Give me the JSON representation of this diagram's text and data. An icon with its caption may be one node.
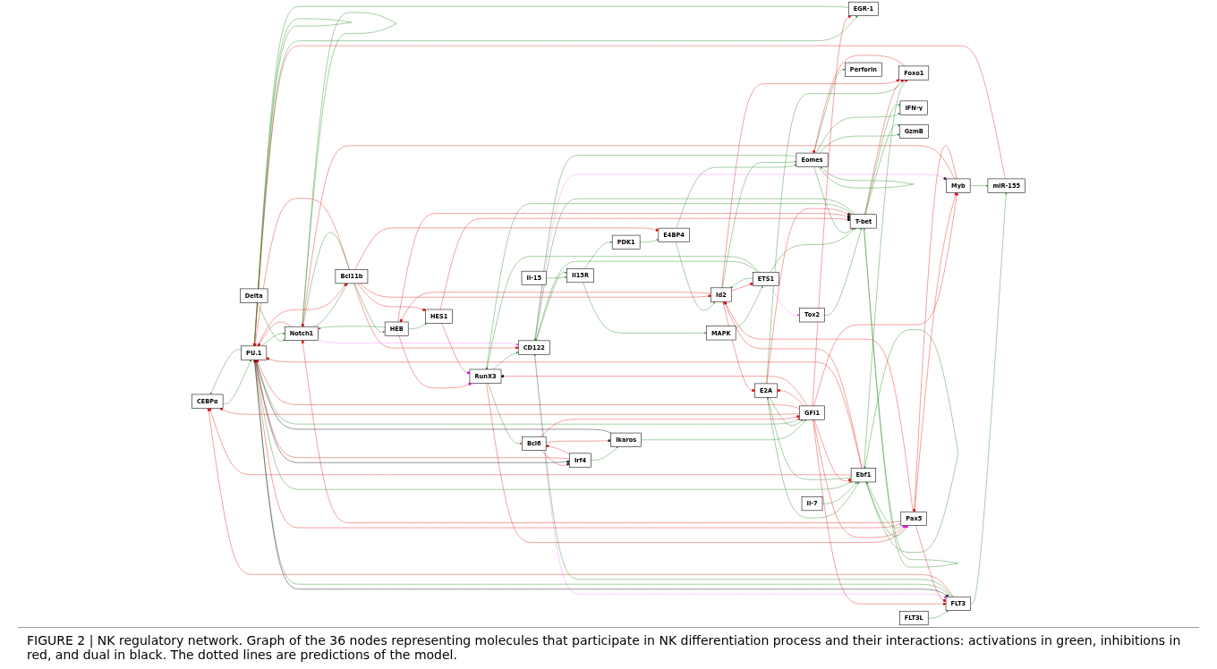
{
  "diagram": {
    "caption": "FIGURE 2 | NK regulatory network. Graph of the 36 nodes representing molecules that participate in NK differentiation process and their interactions: activations in green, inhibitions in red, and dual in black. The dotted lines are predictions of the model.",
    "nodes": [
      {
        "text": [
          "CEBPα"
        ]
      },
      {
        "text": [
          "FLT3L"
        ]
      },
      {
        "text": [
          "Il-7"
        ]
      },
      {
        "text": [
          "Delta"
        ]
      },
      {
        "text": [
          "Il-15"
        ]
      },
      {
        "text": [
          "CD122"
        ]
      },
      {
        "text": [
          "EGR-1"
        ]
      },
      {
        "text": [
          "FLT3"
        ]
      },
      {
        "text": [
          "PU.1"
        ]
      },
      {
        "text": [
          "Notch1"
        ]
      },
      {
        "text": [
          "Il15R"
        ]
      },
      {
        "text": [
          "PDK1"
        ]
      },
      {
        "text": [
          "miR-155"
        ]
      },
      {
        "text": [
          "Irf4"
        ]
      },
      {
        "text": [
          "Foxo1"
        ]
      },
      {
        "text": [
          "Bcl11b"
        ]
      },
      {
        "text": [
          "MAPK"
        ]
      },
      {
        "text": [
          "E4BP4"
        ]
      },
      {
        "text": [
          "Bcl6"
        ]
      },
      {
        "text": [
          "Ikaros"
        ]
      },
      {
        "text": [
          "E2A"
        ]
      },
      {
        "text": [
          "HEB"
        ]
      },
      {
        "text": [
          "ETS1"
        ]
      },
      {
        "text": [
          "Id2"
        ]
      },
      {
        "text": [
          "IFN-γ"
        ]
      },
      {
        "text": [
          "GFI1"
        ]
      },
      {
        "text": [
          "Ebf1"
        ]
      },
      {
        "text": [
          "HES1"
        ]
      },
      {
        "text": [
          "Tox2"
        ]
      },
      {
        "text": [
          "Eomes"
        ]
      },
      {
        "text": [
          "GzmB"
        ]
      },
      {
        "text": [
          "Myb"
        ]
      },
      {
        "text": [
          "Pax5"
        ]
      },
      {
        "text": [
          "RunX3"
        ]
      },
      {
        "text": [
          "T-bet"
        ]
      },
      {
        "text": [
          "Perforin"
        ]
      }
    ],
    "edges": [
      {
        "from": 1,
        "to": 7,
        "arrow": "to"
      },
      {
        "from": 3,
        "to": 9,
        "arrow": "to"
      },
      {
        "from": 4,
        "to": 10,
        "arrow": "to"
      },
      {
        "from": 5,
        "to": 10,
        "arrow": "to"
      },
      {
        "from": 10,
        "to": 11,
        "arrow": "to"
      },
      {
        "from": 10,
        "to": 16,
        "arrow": "to"
      },
      {
        "from": 11,
        "to": 17,
        "arrow": "to"
      },
      {
        "from": 16,
        "to": 22,
        "arrow": "to"
      },
      {
        "from": 22,
        "to": 23,
        "arrow": "to"
      },
      {
        "from": 17,
        "to": 23,
        "arrow": "to"
      },
      {
        "from": 29,
        "to": 35,
        "arrow": "to"
      },
      {
        "from": 28,
        "to": 34,
        "arrow": "to"
      },
      {
        "from": 26,
        "to": 32,
        "arrow": "to"
      },
      {
        "from": 32,
        "to": 26,
        "arrow": "to"
      },
      {
        "from": 20,
        "to": 26,
        "arrow": "to"
      },
      {
        "from": 26,
        "to": 20,
        "arrow": "to"
      },
      {
        "from": 19,
        "to": 25,
        "arrow": "to"
      },
      {
        "from": 13,
        "to": 19,
        "arrow": "to"
      },
      {
        "from": 9,
        "to": 15,
        "arrow": "to"
      },
      {
        "from": 15,
        "to": 9,
        "arrow": "to"
      },
      {
        "from": 9,
        "to": 9,
        "arrow": "to"
      },
      {
        "from": 8,
        "to": 8,
        "arrow": "to"
      },
      {
        "from": 26,
        "to": 26,
        "arrow": "to"
      },
      {
        "from": 29,
        "to": 29,
        "arrow": "to"
      },
      {
        "from": 34,
        "to": 34,
        "arrow": "to"
      },
      {
        "from": 7,
        "to": 8,
        "arrow": "to"
      },
      {
        "from": 8,
        "to": 9,
        "arrow": "to"
      },
      {
        "from": 0,
        "to": 8,
        "arrow": "to"
      },
      {
        "from": 8,
        "to": 0,
        "arrow": "to"
      },
      {
        "from": 8,
        "to": 6,
        "arrow": "to"
      },
      {
        "from": 6,
        "to": 8,
        "arrow": "to"
      },
      {
        "from": 7,
        "to": 12,
        "arrow": "to"
      },
      {
        "from": 2,
        "to": 26,
        "arrow": "to"
      },
      {
        "from": 7,
        "to": 5,
        "arrow": "to"
      },
      {
        "from": 21,
        "to": 27,
        "arrow": "to"
      },
      {
        "from": 22,
        "to": 34,
        "arrow": "to"
      },
      {
        "from": 17,
        "to": 29,
        "arrow": "to"
      },
      {
        "from": 23,
        "to": 29,
        "arrow": "to"
      },
      {
        "from": 29,
        "to": 30,
        "arrow": "to"
      },
      {
        "from": 34,
        "to": 30,
        "arrow": "to"
      },
      {
        "from": 29,
        "to": 24,
        "arrow": "to"
      },
      {
        "from": 34,
        "to": 24,
        "arrow": "to"
      },
      {
        "from": 34,
        "to": 33,
        "arrow": "to"
      },
      {
        "from": 29,
        "to": 5,
        "arrow": "to"
      },
      {
        "from": 34,
        "to": 5,
        "arrow": "to"
      },
      {
        "from": 33,
        "to": 5,
        "arrow": "to"
      },
      {
        "from": 22,
        "to": 5,
        "arrow": "to"
      },
      {
        "from": 31,
        "to": 12,
        "arrow": "to"
      },
      {
        "from": 33,
        "to": 18,
        "arrow": "to"
      },
      {
        "from": 20,
        "to": 25,
        "arrow": "to"
      },
      {
        "from": 8,
        "to": 25,
        "arrow": "to"
      },
      {
        "from": 26,
        "to": 14,
        "arrow": "to"
      },
      {
        "from": 20,
        "to": 14,
        "arrow": "to"
      },
      {
        "from": 21,
        "to": 9,
        "arrow": "to"
      },
      {
        "from": 8,
        "to": 26,
        "arrow": "to"
      },
      {
        "from": 15,
        "to": 21,
        "arrow": "to"
      },
      {
        "from": 22,
        "to": 33,
        "arrow": "to"
      },
      {
        "from": 29,
        "to": 34,
        "arrow": "to"
      },
      {
        "from": 7,
        "to": 0,
        "arrow": "other",
        "color": "#e31a1c"
      },
      {
        "from": 25,
        "to": 0,
        "arrow": "other",
        "color": "#e31a1c"
      },
      {
        "from": 26,
        "to": 0,
        "arrow": "other",
        "color": "#e31a1c"
      },
      {
        "from": 25,
        "to": 6,
        "arrow": "other",
        "color": "#e31a1c"
      },
      {
        "from": 25,
        "to": 7,
        "arrow": "other",
        "color": "#e31a1c"
      },
      {
        "from": 32,
        "to": 7,
        "arrow": "other",
        "color": "#e31a1c"
      },
      {
        "from": 9,
        "to": 8,
        "arrow": "other",
        "color": "#e31a1c"
      },
      {
        "from": 15,
        "to": 8,
        "arrow": "other",
        "color": "#e31a1c"
      },
      {
        "from": 25,
        "to": 8,
        "arrow": "other",
        "color": "#e31a1c"
      },
      {
        "from": 26,
        "to": 8,
        "arrow": "other",
        "color": "#e31a1c"
      },
      {
        "from": 32,
        "to": 8,
        "arrow": "other",
        "color": "#e31a1c"
      },
      {
        "from": 13,
        "to": 8,
        "arrow": "other",
        "color": "#e31a1c"
      },
      {
        "from": 12,
        "to": 8,
        "arrow": "other",
        "color": "#e31a1c"
      },
      {
        "from": 31,
        "to": 9,
        "arrow": "other",
        "color": "#e31a1c"
      },
      {
        "from": 32,
        "to": 9,
        "arrow": "other",
        "color": "#e31a1c"
      },
      {
        "from": 8,
        "to": 15,
        "arrow": "other",
        "color": "#e31a1c"
      },
      {
        "from": 34,
        "to": 14,
        "arrow": "other",
        "color": "#e31a1c"
      },
      {
        "from": 23,
        "to": 14,
        "arrow": "other",
        "color": "#e31a1c"
      },
      {
        "from": 15,
        "to": 5,
        "arrow": "other",
        "color": "#e31a1c"
      },
      {
        "from": 15,
        "to": 17,
        "arrow": "other",
        "color": "#e31a1c"
      },
      {
        "from": 23,
        "to": 22,
        "arrow": "other",
        "color": "#e31a1c"
      },
      {
        "from": 15,
        "to": 23,
        "arrow": "other",
        "color": "#e31a1c"
      },
      {
        "from": 26,
        "to": 23,
        "arrow": "other",
        "color": "#e31a1c"
      },
      {
        "from": 32,
        "to": 23,
        "arrow": "other",
        "color": "#e31a1c"
      },
      {
        "from": 23,
        "to": 21,
        "arrow": "other",
        "color": "#e31a1c"
      },
      {
        "from": 23,
        "to": 20,
        "arrow": "other",
        "color": "#e31a1c"
      },
      {
        "from": 25,
        "to": 20,
        "arrow": "other",
        "color": "#e31a1c"
      },
      {
        "from": 13,
        "to": 18,
        "arrow": "other",
        "color": "#e31a1c"
      },
      {
        "from": 18,
        "to": 25,
        "arrow": "other",
        "color": "#e31a1c"
      },
      {
        "from": 25,
        "to": 26,
        "arrow": "other",
        "color": "#e31a1c"
      },
      {
        "from": 15,
        "to": 27,
        "arrow": "other",
        "color": "#e31a1c"
      },
      {
        "from": 14,
        "to": 29,
        "arrow": "other",
        "color": "#e31a1c"
      },
      {
        "from": 25,
        "to": 31,
        "arrow": "other",
        "color": "#e31a1c"
      },
      {
        "from": 32,
        "to": 31,
        "arrow": "other",
        "color": "#e31a1c"
      },
      {
        "from": 31,
        "to": 32,
        "arrow": "other",
        "color": "#e31a1c"
      },
      {
        "from": 33,
        "to": 32,
        "arrow": "other",
        "color": "#e31a1c"
      },
      {
        "from": 25,
        "to": 32,
        "arrow": "other",
        "color": "#e31a1c"
      },
      {
        "from": 21,
        "to": 33,
        "arrow": "other",
        "color": "#e31a1c"
      },
      {
        "from": 27,
        "to": 33,
        "arrow": "other",
        "color": "#e31a1c"
      },
      {
        "from": 25,
        "to": 33,
        "arrow": "other",
        "color": "#e31a1c"
      },
      {
        "from": 27,
        "to": 34,
        "arrow": "other",
        "color": "#e31a1c"
      },
      {
        "from": 21,
        "to": 34,
        "arrow": "other",
        "color": "#e31a1c"
      },
      {
        "from": 20,
        "to": 34,
        "arrow": "other",
        "color": "#e31a1c"
      },
      {
        "from": 18,
        "to": 13,
        "arrow": "other",
        "color": "#e31a1c"
      },
      {
        "from": 18,
        "to": 19,
        "arrow": "other",
        "color": "#e31a1c"
      },
      {
        "from": 5,
        "to": 7,
        "arrow": "to",
        "style": "dashed",
        "color": "#ff00ff"
      },
      {
        "from": 9,
        "to": 5,
        "arrow": "to",
        "style": "dashed",
        "color": "#ff00ff"
      },
      {
        "from": 5,
        "to": 31,
        "arrow": "other",
        "style": "dashed",
        "color": "#ff00ff"
      },
      {
        "from": 22,
        "to": 28,
        "arrow": "to",
        "style": "dashed",
        "color": "#ff00ff"
      },
      {
        "from": 8,
        "to": 7,
        "arrow": "other",
        "color": "#000000"
      },
      {
        "from": 8,
        "to": 13,
        "arrow": "other",
        "color": "#000000"
      },
      {
        "from": 8,
        "to": 19,
        "arrow": "none",
        "color": "#000000"
      }
    ]
  }
}
